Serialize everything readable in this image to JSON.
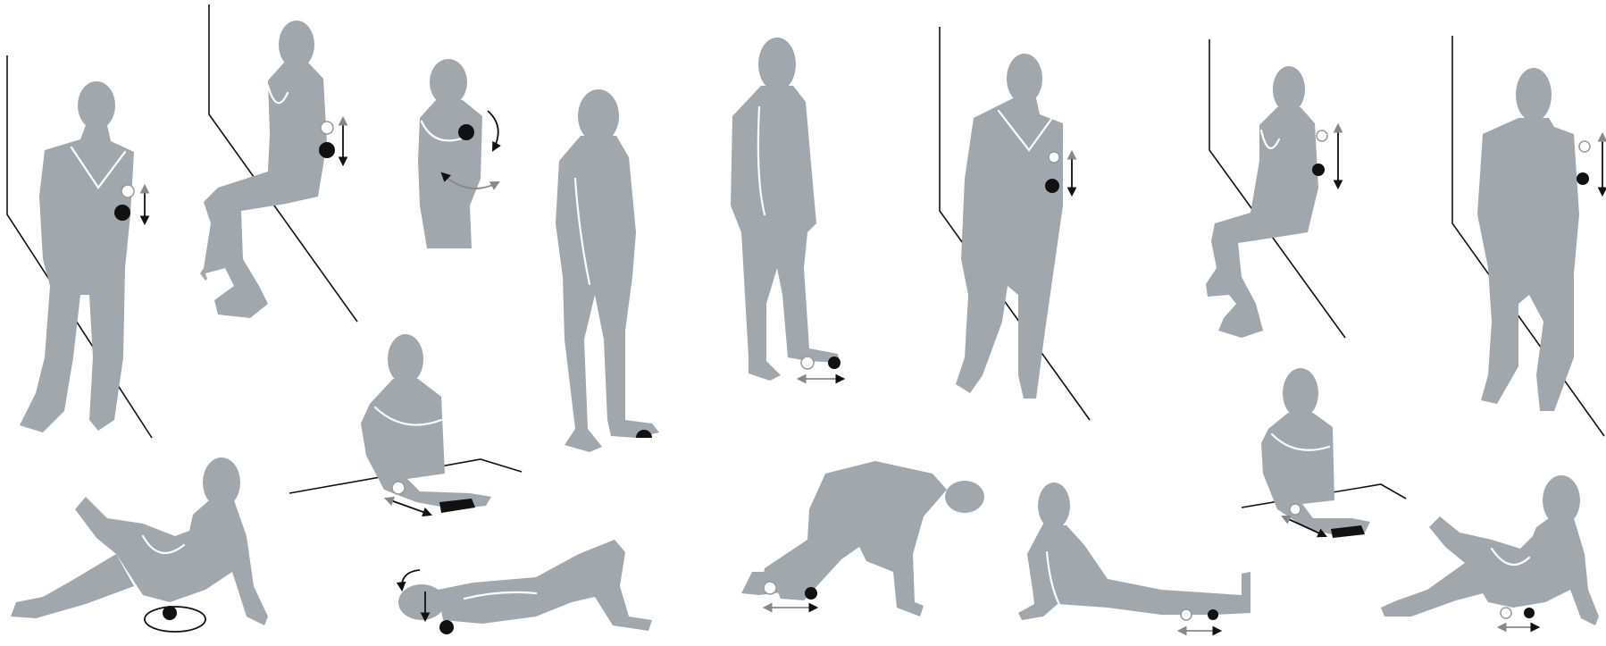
{
  "colors": {
    "figure": "#a0a8ae",
    "background": "#ffffff",
    "line": "#111111",
    "active_ball": "#111111",
    "start_ball": "#ffffff"
  },
  "exercises": [
    {
      "pose": "standing-ball-against-wall"
    },
    {
      "pose": "wall-sit-ball-against-wall"
    },
    {
      "pose": "seated-ball-pec-rotation"
    },
    {
      "pose": "standing-ball-under-foot"
    },
    {
      "pose": "standing-foot-roller"
    },
    {
      "pose": "standing-ball-against-wall"
    },
    {
      "pose": "wall-sit-ball-against-wall"
    },
    {
      "pose": "standing-ball-against-wall"
    },
    {
      "pose": "seated-floor-ball-glute"
    },
    {
      "pose": "forearm-roller-on-table"
    },
    {
      "pose": "supine-ball-neck"
    },
    {
      "pose": "kneeling-shin-roller"
    },
    {
      "pose": "seated-calf-roller"
    },
    {
      "pose": "forearm-roller-on-table"
    },
    {
      "pose": "seated-floor-ball-glute"
    }
  ]
}
